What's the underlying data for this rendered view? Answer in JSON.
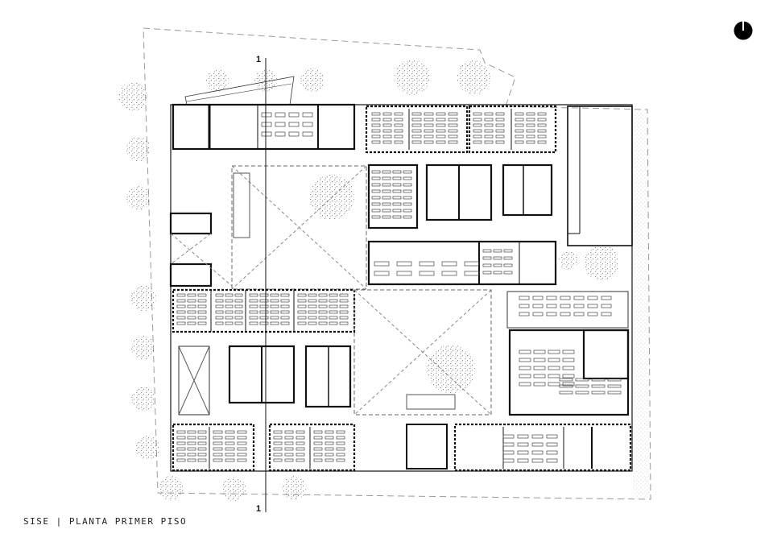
{
  "caption": "SISE | PLANTA PRIMER PISO",
  "section_marks": {
    "top": "1",
    "bottom": "1"
  },
  "north_arrow": "north-arrow-icon",
  "colors": {
    "ink": "#111111",
    "hatch": "#555555",
    "dashed": "#999999",
    "background": "#ffffff"
  }
}
